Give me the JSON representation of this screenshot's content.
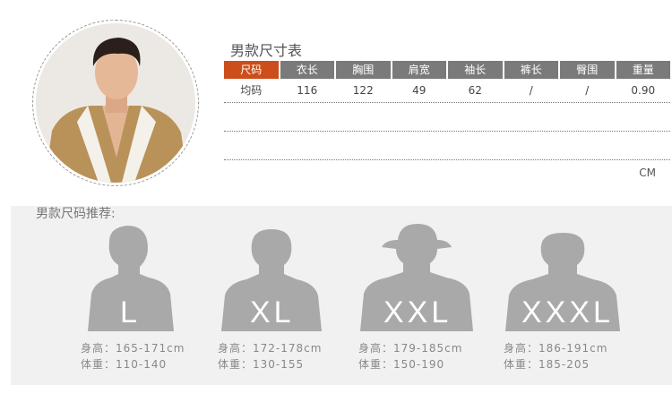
{
  "table": {
    "title": "男款尺寸表",
    "headers": [
      "尺码",
      "衣长",
      "胸围",
      "肩宽",
      "袖长",
      "裤长",
      "臀围",
      "重量"
    ],
    "rows": [
      [
        "均码",
        "116",
        "122",
        "49",
        "62",
        "/",
        "/",
        "0.90"
      ]
    ],
    "unit": "CM"
  },
  "recommend": {
    "title": "男款尺码推荐:",
    "items": [
      {
        "size": "L",
        "height": "身高：165-171cm",
        "weight": "体重：110-140"
      },
      {
        "size": "XL",
        "height": "身高：172-178cm",
        "weight": "体重：130-155"
      },
      {
        "size": "XXL",
        "height": "身高：179-185cm",
        "weight": "体重：150-190"
      },
      {
        "size": "XXXL",
        "height": "身高：186-191cm",
        "weight": "体重：185-205"
      }
    ]
  },
  "colors": {
    "accent": "#cc4e1a",
    "header": "#7a7a7a",
    "silhouette": "#a9a9a9"
  }
}
